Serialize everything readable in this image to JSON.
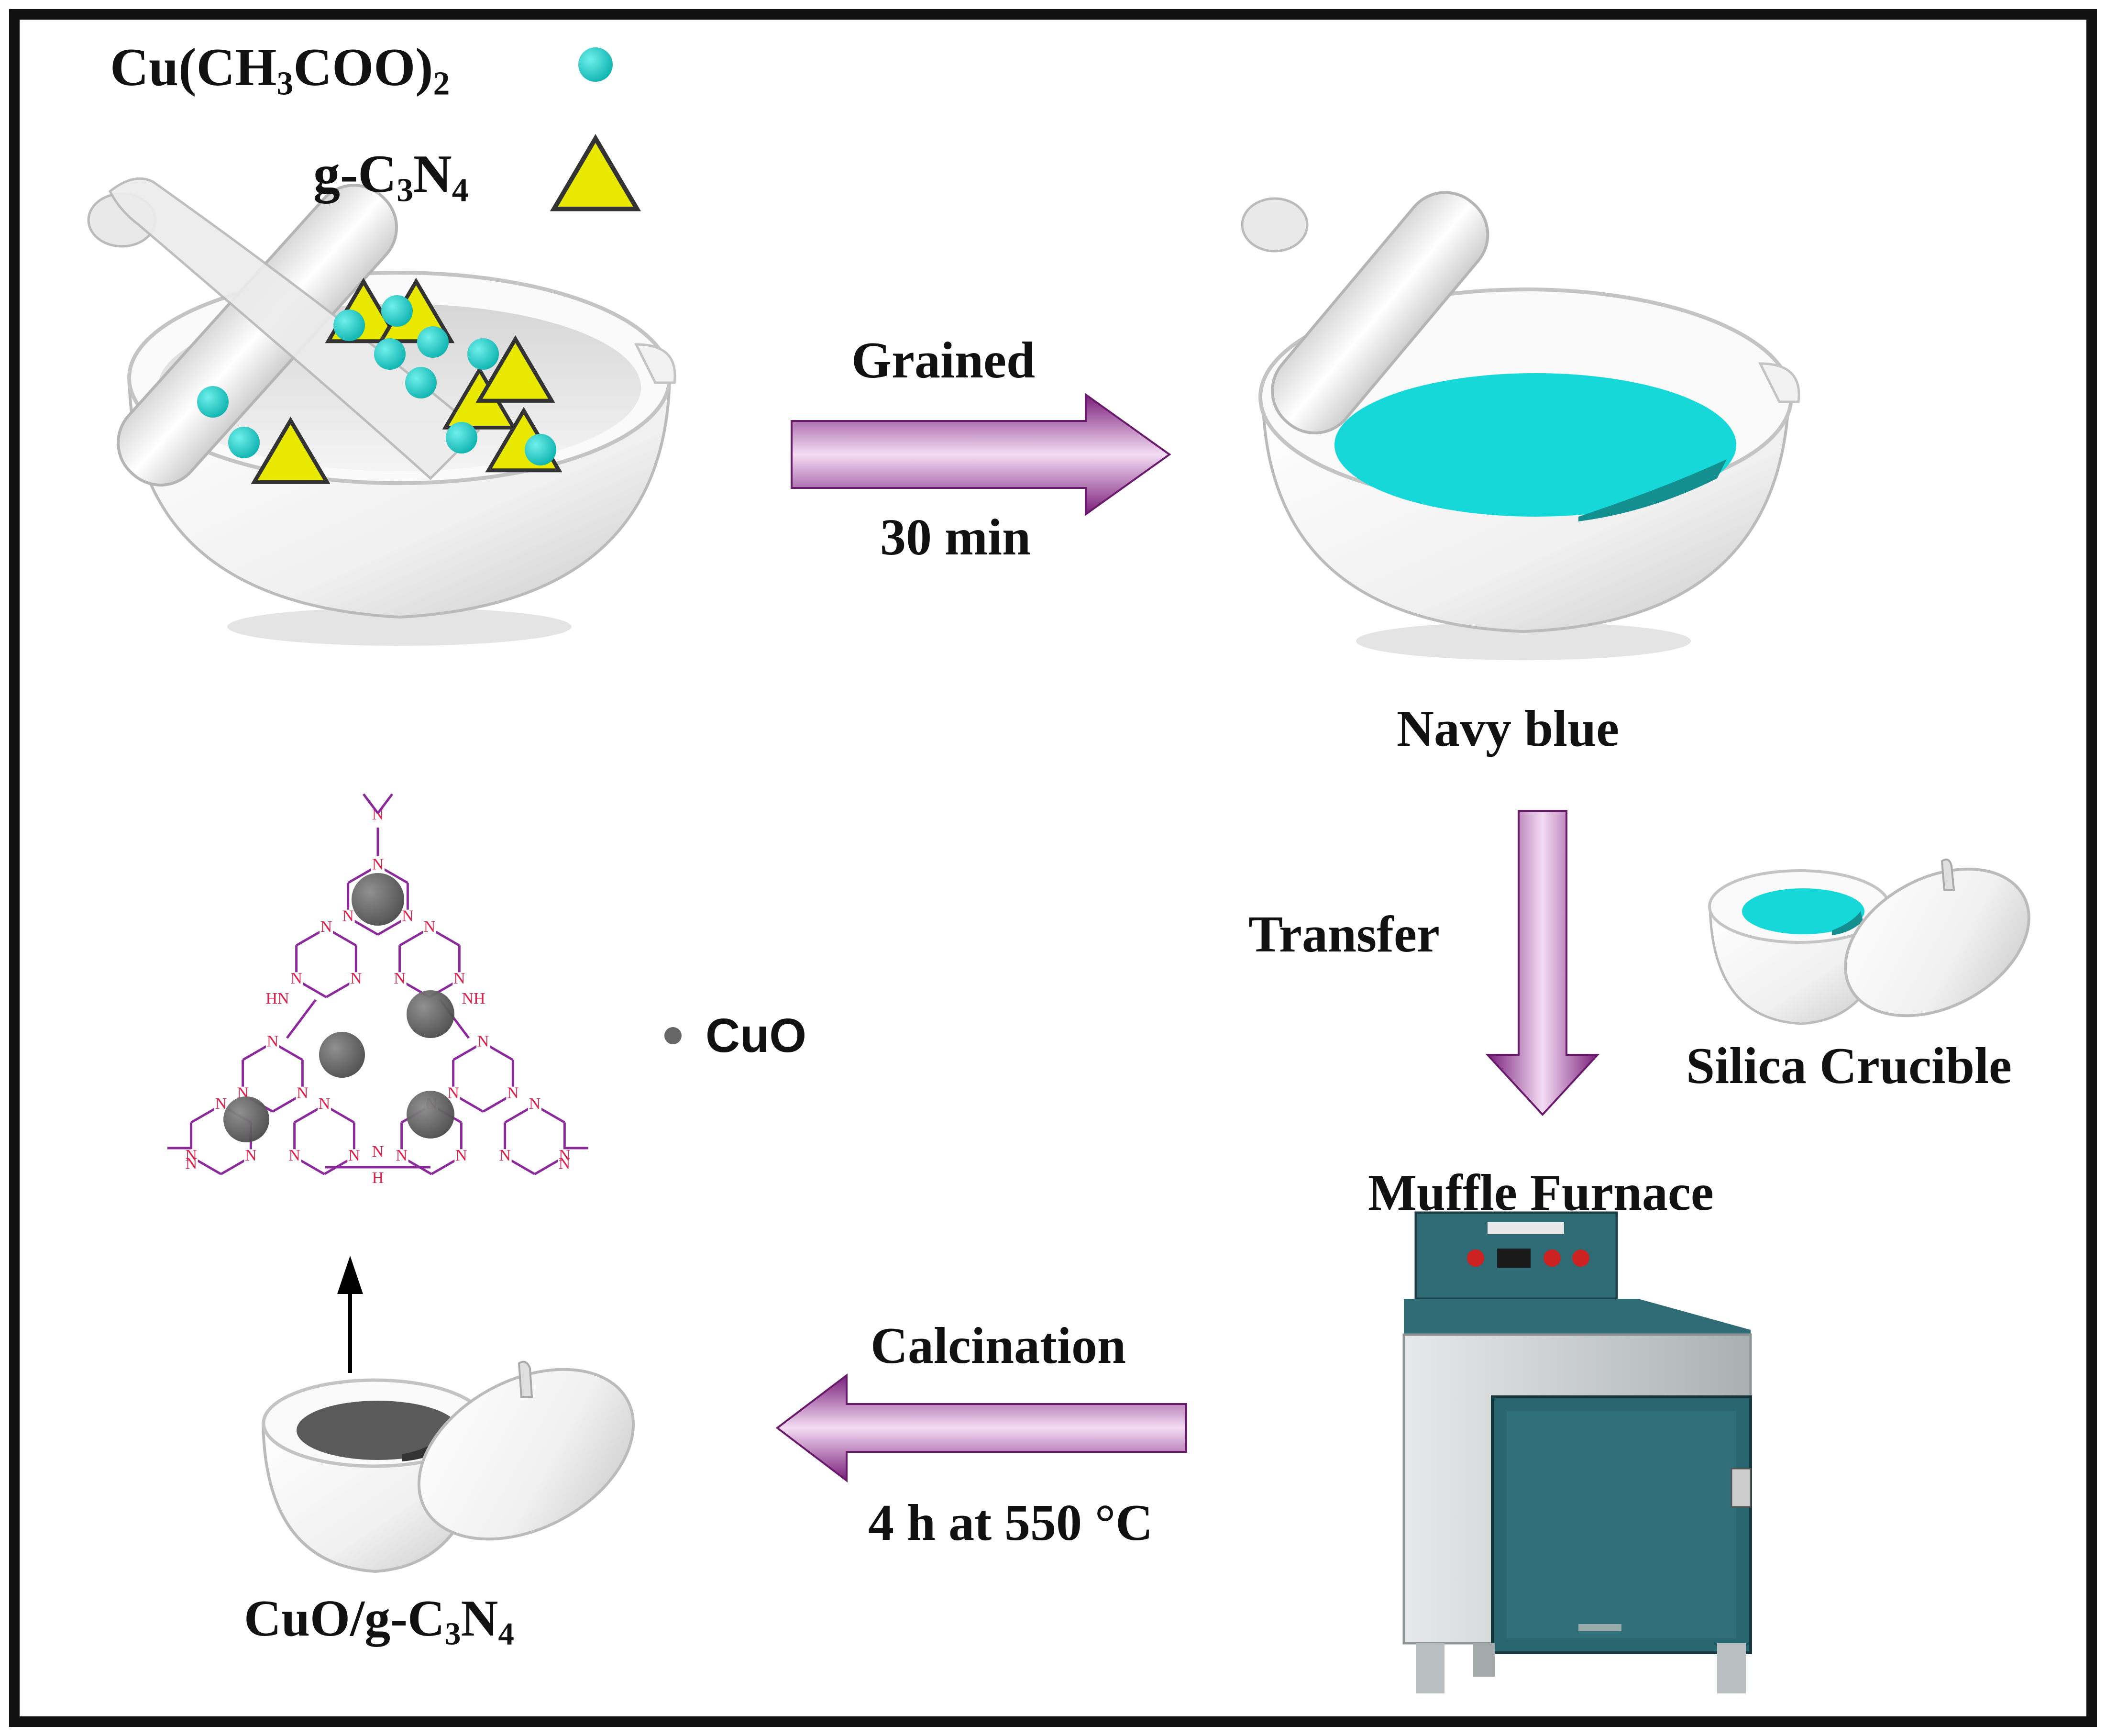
{
  "legend": {
    "cu_acetate": {
      "main": "Cu(CH",
      "sub1": "3",
      "mid": "COO)",
      "sub2": "2"
    },
    "gcn": {
      "main": "g-C",
      "sub1": "3",
      "mid": "N",
      "sub2": "4"
    },
    "cuo": "CuO"
  },
  "steps": {
    "grind": {
      "top": "Grained",
      "bottom": "30 min"
    },
    "color_label": "Navy blue",
    "transfer": "Transfer",
    "crucible_label": "Silica Crucible",
    "furnace_label": "Muffle Furnace",
    "calcination": {
      "top": "Calcination",
      "bottom": "4 h at 550 °C"
    },
    "product": {
      "main": "CuO/g-C",
      "sub1": "3",
      "mid": "N",
      "sub2": "4"
    }
  },
  "structure": {
    "n": "N",
    "nh": "NH",
    "hn": "HN",
    "h": "H"
  },
  "colors": {
    "cyan": "#17d1cf",
    "yellow": "#e8e800",
    "purple": "#8f2a8f",
    "nitrogen": "#e0204a",
    "bond": "#8b2a9a",
    "cuo_gray": "#555555",
    "furnace_teal": "#2f6b74",
    "furnace_body": "#c7cccd"
  }
}
